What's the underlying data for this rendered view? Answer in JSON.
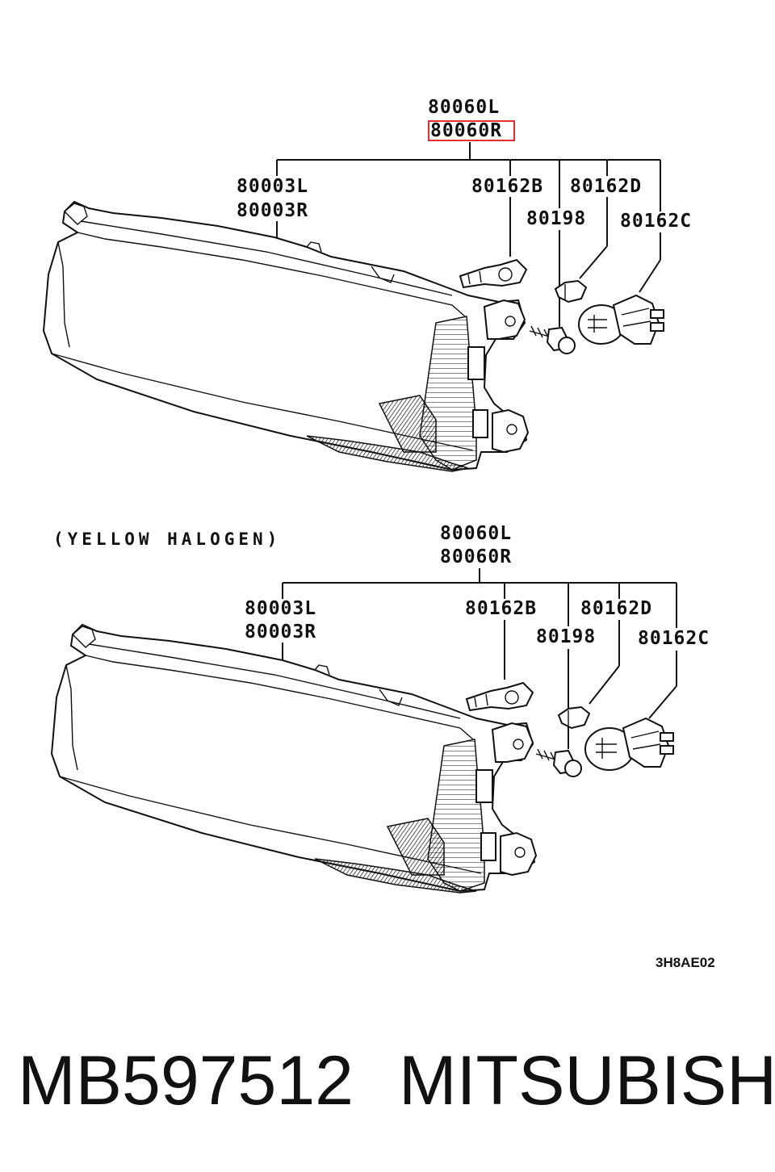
{
  "upper": {
    "assembly_l": "80060L",
    "assembly_r": "80060R",
    "housing_l": "80003L",
    "housing_r": "80003R",
    "bulb_b": "80162B",
    "bulb_d": "80162D",
    "screw": "80198",
    "bulb_c": "80162C"
  },
  "lower": {
    "caption": "(YELLOW HALOGEN)",
    "assembly_l": "80060L",
    "assembly_r": "80060R",
    "housing_l": "80003L",
    "housing_r": "80003R",
    "bulb_b": "80162B",
    "bulb_d": "80162D",
    "screw": "80198",
    "bulb_c": "80162C"
  },
  "diagram_code": "3H8AE02",
  "footer": {
    "part_number": "MB597512",
    "brand": "MITSUBISHI"
  },
  "colors": {
    "highlight_box": "#e03030",
    "ink": "#111111"
  }
}
